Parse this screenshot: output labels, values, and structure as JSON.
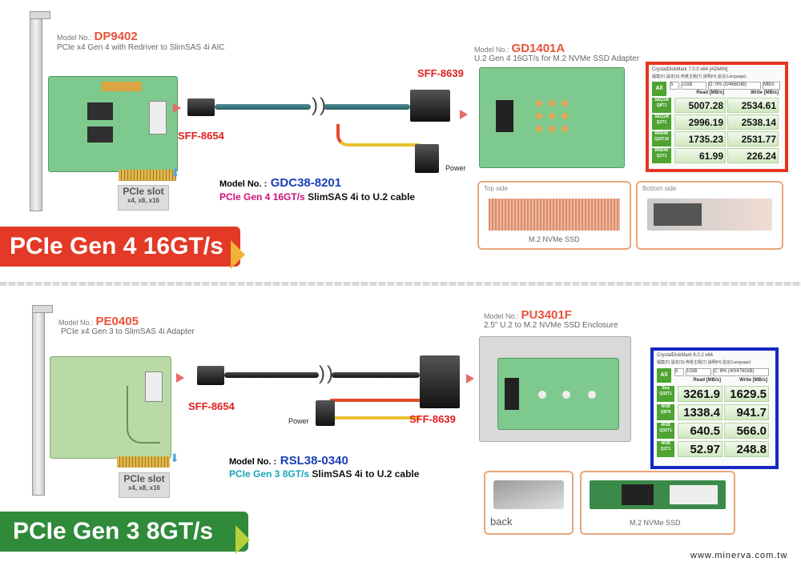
{
  "top": {
    "card": {
      "model_prefix": "Model No.:",
      "model": "DP9402",
      "desc": "PCIe x4 Gen 4 with Redriver to SlimSAS 4i AIC"
    },
    "sff_left": "SFF-8654",
    "sff_right": "SFF-8639",
    "power_label": "Power",
    "slot": {
      "title": "PCIe slot",
      "sizes": "x4, x8, x16"
    },
    "cable": {
      "model_prefix": "Model No. :",
      "model": "GDC38-8201",
      "desc_colored": "PCIe Gen 4 16GT/s",
      "desc_rest": "SlimSAS 4i to U.2 cable"
    },
    "adapter": {
      "model_prefix": "Model No.:",
      "model": "GD1401A",
      "desc": "U.2 Gen 4 16GT/s for M.2 NVMe SSD Adapter"
    },
    "frames": {
      "top_side": "Top side",
      "bottom_side": "Bottom side",
      "ssd_caption": "M.2 NVMe SSD"
    },
    "banner": "PCIe Gen 4 16GT/s",
    "benchmark": {
      "title": "CrystalDiskMark 7.0.0 x64 [ADMIN]",
      "menu": "檔案(F) 設定(S) 佈景主題(T) 說明(H) 語言(Language)",
      "all": "All",
      "runs": "5",
      "size": "1GiB",
      "drive": "D: 0% (0/466GiB)",
      "unit": "MB/s",
      "read_header": "Read [MB/s]",
      "write_header": "Write [MB/s]",
      "rows": [
        {
          "label1": "SEQ1M",
          "label2": "Q8T1",
          "read": "5007.28",
          "write": "2534.61"
        },
        {
          "label1": "SEQ1M",
          "label2": "Q1T1",
          "read": "2996.19",
          "write": "2538.14"
        },
        {
          "label1": "RND4K",
          "label2": "Q32T16",
          "read": "1735.23",
          "write": "2531.77"
        },
        {
          "label1": "RND4K",
          "label2": "Q1T1",
          "read": "61.99",
          "write": "226.24"
        }
      ]
    }
  },
  "bottom": {
    "card": {
      "model_prefix": "Model No.:",
      "model": "PE0405",
      "desc": "PCIe x4 Gen 3 to SlimSAS 4i Adapter"
    },
    "sff_left": "SFF-8654",
    "sff_right": "SFF-8639",
    "power_label": "Power",
    "slot": {
      "title": "PCIe slot",
      "sizes": "x4, x8, x16"
    },
    "cable": {
      "model_prefix": "Model No. :",
      "model": "RSL38-0340",
      "desc_colored": "PCIe Gen 3 8GT/s",
      "desc_rest": "SlimSAS 4i to U.2 cable"
    },
    "enclosure": {
      "model_prefix": "Model No.:",
      "model": "PU3401F",
      "desc": "2.5\" U.2 to M.2 NVMe SSD Enclosure"
    },
    "frames": {
      "back": "back",
      "ssd_caption": "M.2 NVMe SSD"
    },
    "banner": "PCIe Gen 3 8GT/s",
    "benchmark": {
      "title": "CrystalDiskMark 6.0.2 x64",
      "menu": "檔案(F) 設定(S) 佈景主題(T) 說明(H) 語言(Language)",
      "all": "All",
      "runs": "5",
      "size": "1GiB",
      "drive": "C: 8% (40/476GiB)",
      "read_header": "Read [MB/s]",
      "write_header": "Write [MB/s]",
      "rows": [
        {
          "label1": "Seq",
          "label2": "Q32T1",
          "read": "3261.9",
          "write": "1629.5"
        },
        {
          "label1": "4KiB",
          "label2": "Q8T8",
          "read": "1338.4",
          "write": "941.7"
        },
        {
          "label1": "4KiB",
          "label2": "Q32T1",
          "read": "640.5",
          "write": "566.0"
        },
        {
          "label1": "4KiB",
          "label2": "Q1T1",
          "read": "52.97",
          "write": "248.8"
        }
      ]
    }
  },
  "website": "www.minerva.com.tw",
  "colors": {
    "accent_red": "#e23a26",
    "accent_green": "#2f8a3a",
    "model_orange": "#e8523a",
    "cable_code_blue": "#1b3fb8",
    "gen4_magenta": "#d0107a",
    "gen3_teal": "#1aa3b8"
  }
}
